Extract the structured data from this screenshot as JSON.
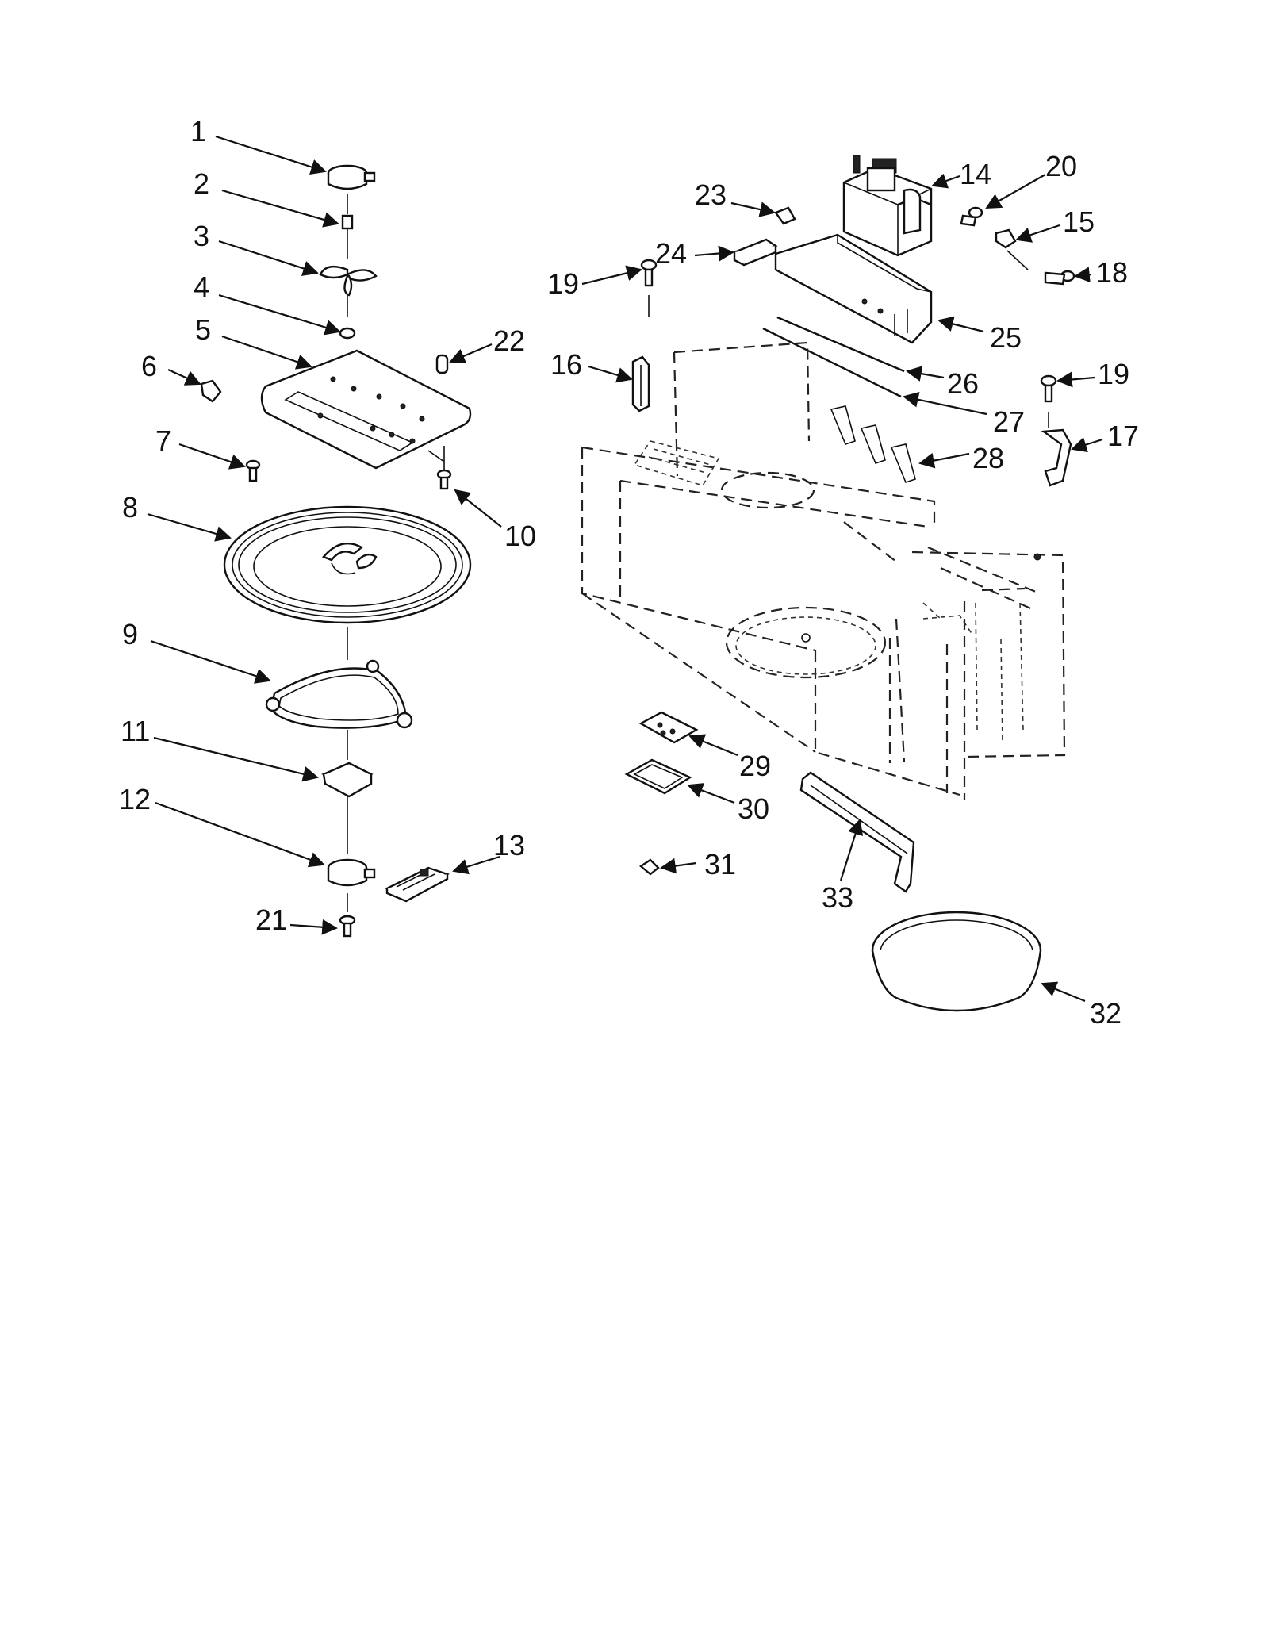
{
  "diagram": {
    "callouts": [
      "1",
      "2",
      "3",
      "4",
      "5",
      "6",
      "7",
      "8",
      "9",
      "10",
      "11",
      "12",
      "13",
      "14",
      "15",
      "16",
      "17",
      "18",
      "19",
      "19",
      "20",
      "21",
      "22",
      "23",
      "24",
      "25",
      "26",
      "27",
      "28",
      "29",
      "30",
      "31",
      "32",
      "33"
    ]
  },
  "colors": {
    "ink": "#111111",
    "paper": "#ffffff"
  }
}
